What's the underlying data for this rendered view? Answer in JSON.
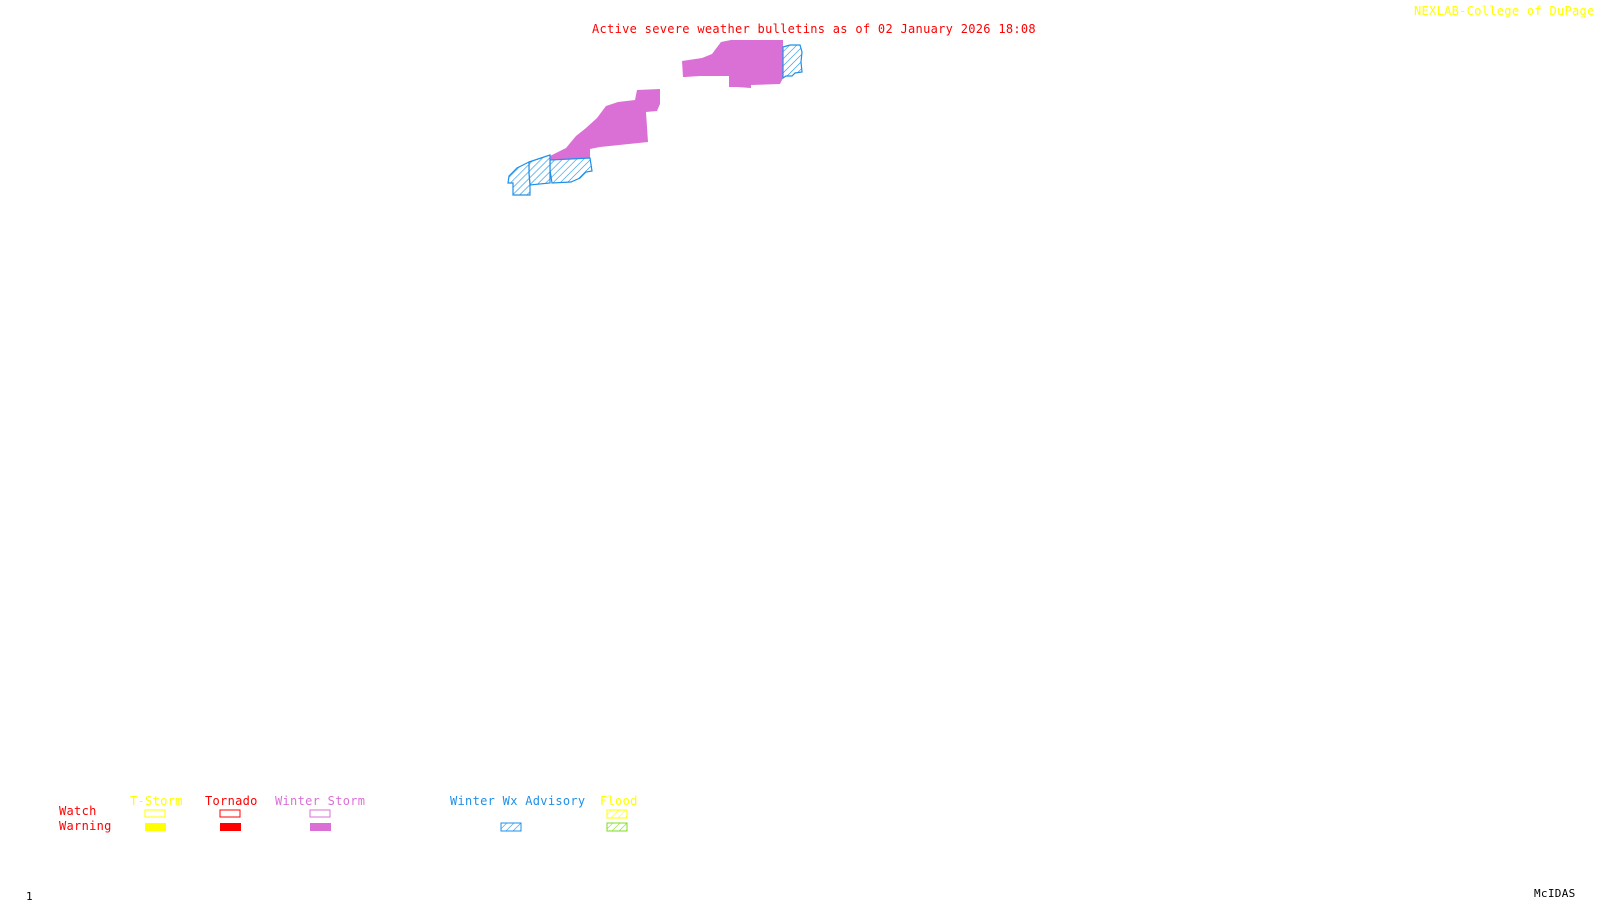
{
  "header": {
    "title": "Active severe weather bulletins as of 02 January 2026 18:08",
    "credit": "NEXLAB-College of DuPage ®"
  },
  "map": {
    "active_areas": [
      {
        "type": "Winter Storm Warning",
        "count": 2
      },
      {
        "type": "Winter Wx Advisory",
        "count": 2
      }
    ]
  },
  "legend": {
    "rows": [
      "Watch",
      "Warning"
    ],
    "columns": [
      {
        "label": "T-Storm",
        "color": "#ffff00",
        "watch": "outline",
        "warning": "solid"
      },
      {
        "label": "Tornado",
        "color": "#ff0000",
        "watch": "outline",
        "warning": "solid"
      },
      {
        "label": "Winter Storm",
        "color": "#da70d6",
        "watch": "outline",
        "warning": "solid"
      },
      {
        "label": "Winter Wx Advisory",
        "color": "#1e90e8",
        "watch": "none",
        "warning": "hatched"
      },
      {
        "label": "Flood",
        "color": "#ffff00",
        "watch": "hatched",
        "warning": "hatched",
        "warning_color": "#7fdc1e"
      }
    ]
  },
  "footer": {
    "frame": "1",
    "software": "McIDAS"
  }
}
